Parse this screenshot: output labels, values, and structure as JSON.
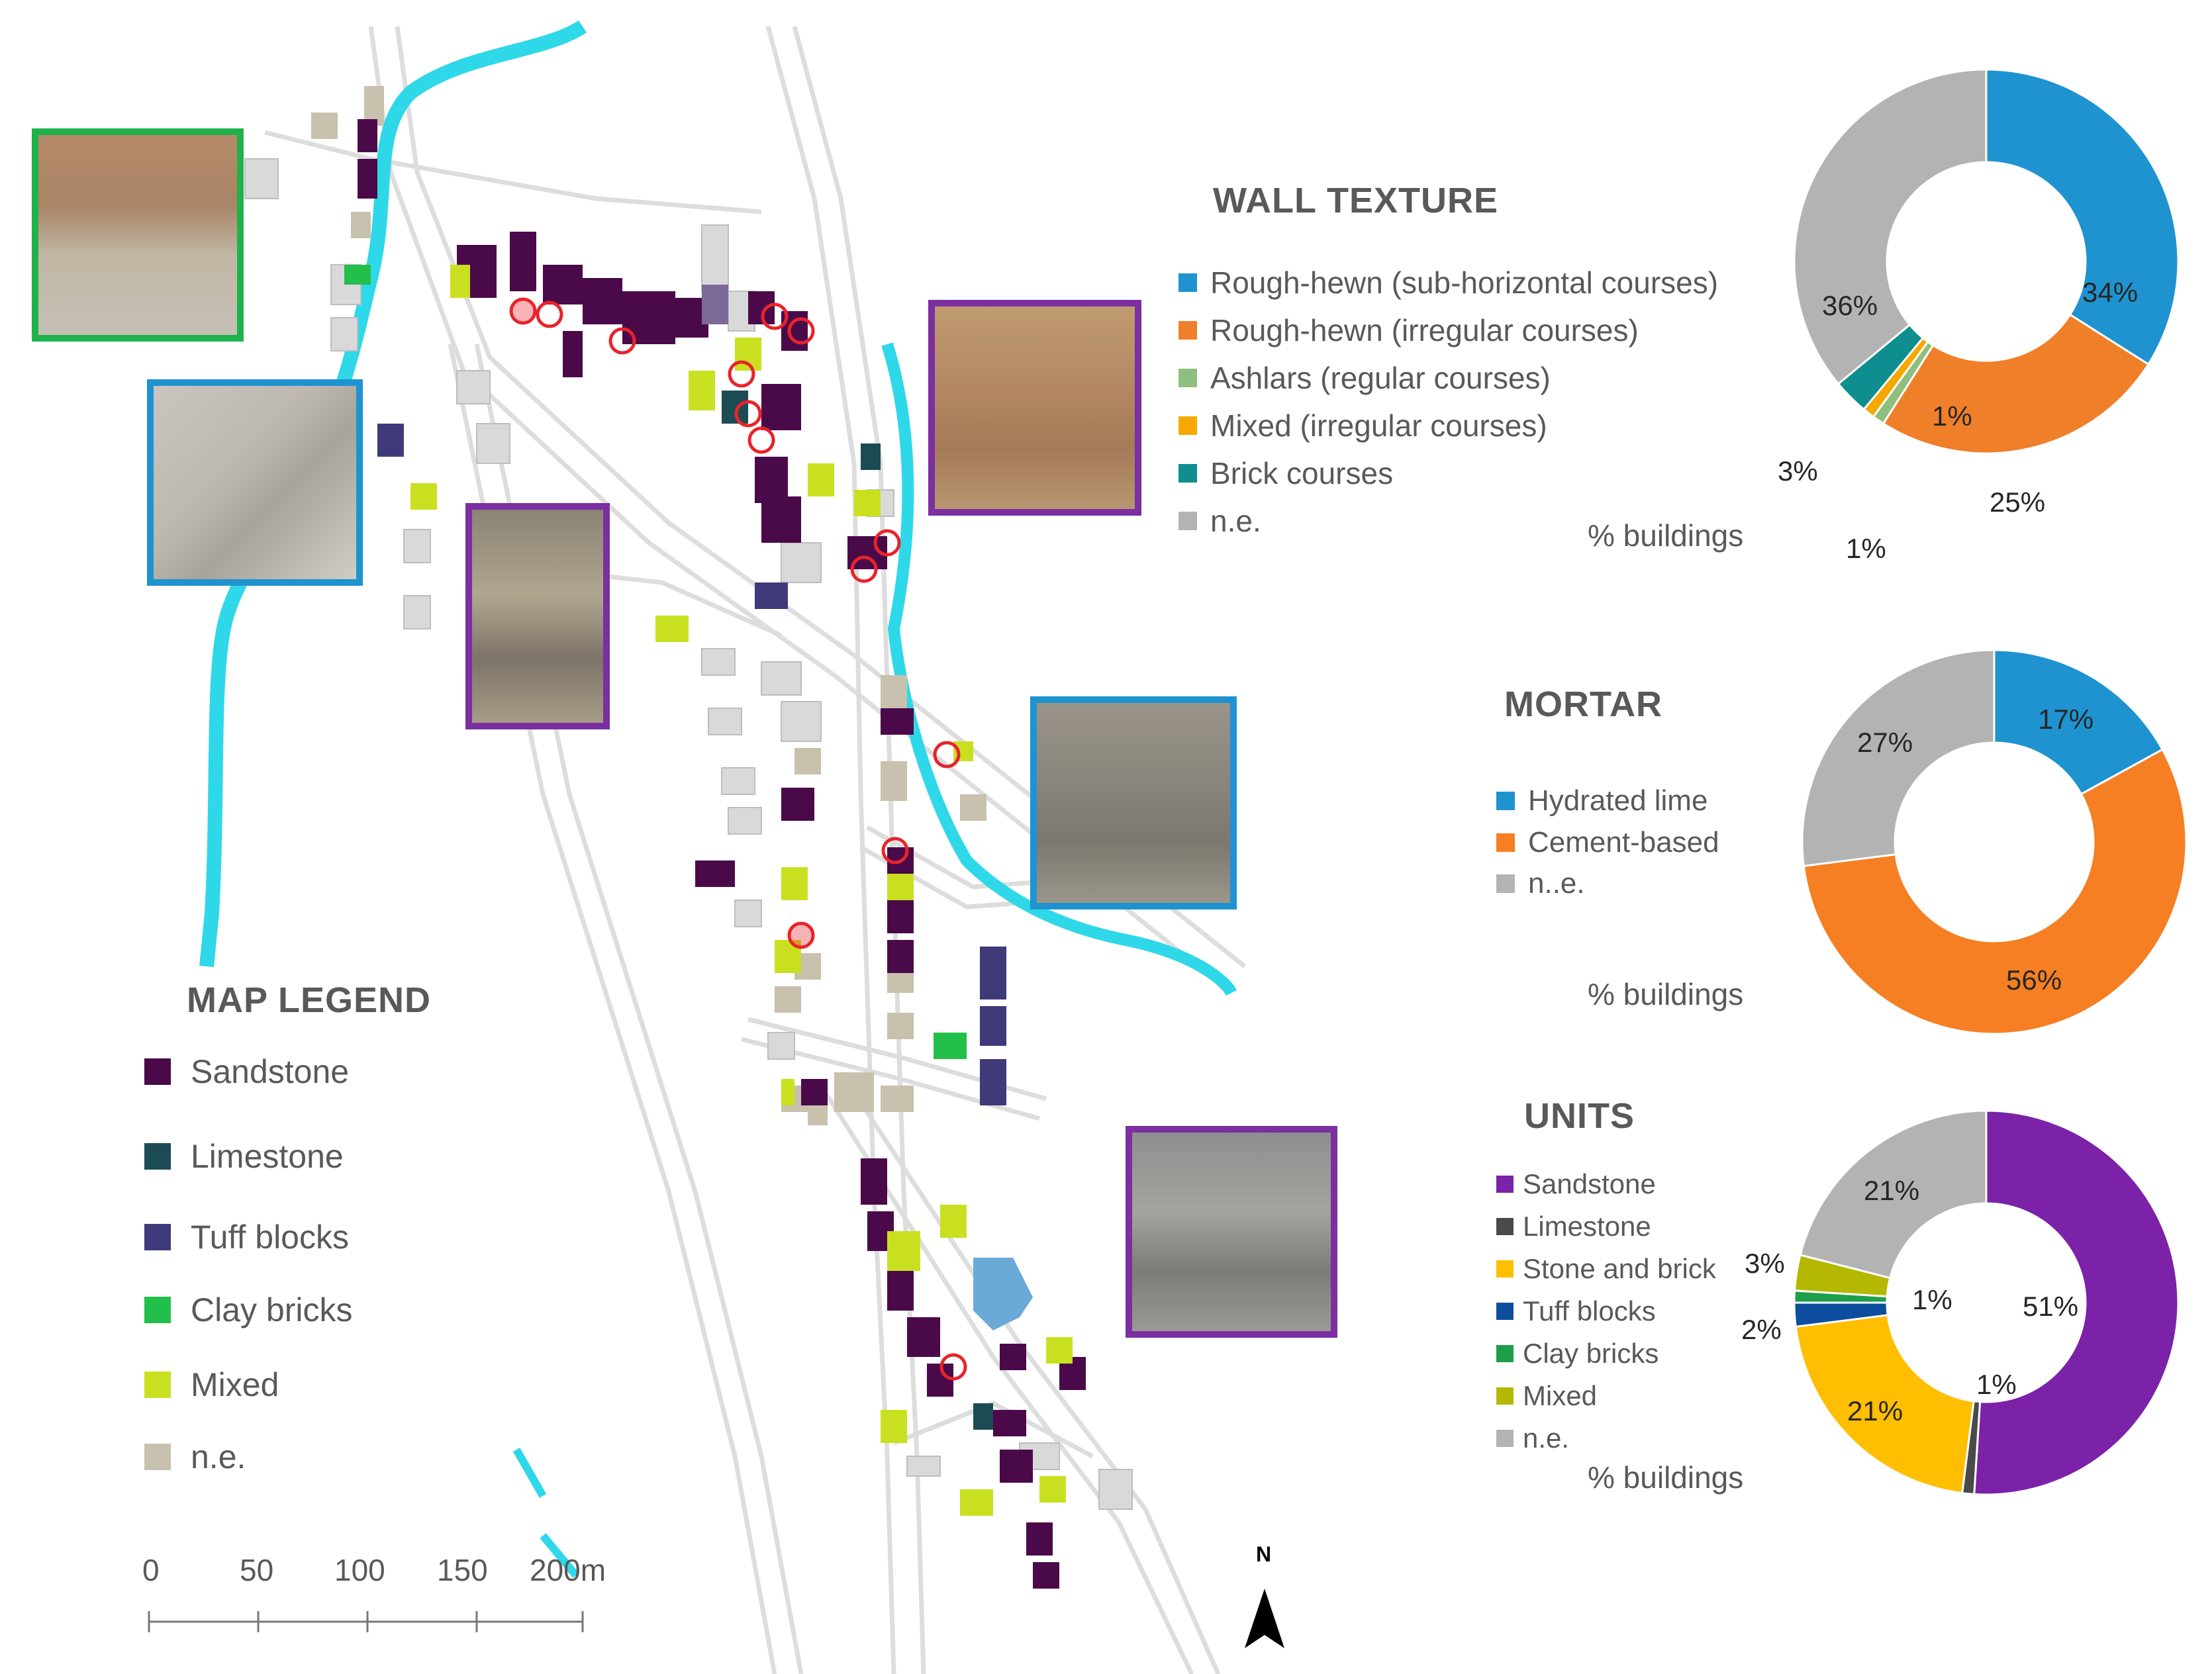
{
  "map": {
    "legend_title": "MAP LEGEND",
    "legend_items": [
      {
        "label": "Sandstone",
        "color": "#4a0a4a"
      },
      {
        "label": "Limestone",
        "color": "#1d4b54"
      },
      {
        "label": "Tuff blocks",
        "color": "#3f3a7a"
      },
      {
        "label": "Clay bricks",
        "color": "#22c04a"
      },
      {
        "label": "Mixed",
        "color": "#c9e021"
      },
      {
        "label": "n.e.",
        "color": "#c7c1ad"
      }
    ],
    "scale_labels": [
      "0",
      "50",
      "100",
      "150",
      "200m"
    ],
    "north_label": "N",
    "colors": {
      "river": "#2fd8e8",
      "road": "#dddddd",
      "not_surveyed": "#d6d6d6",
      "marker": "#e8242b",
      "church": "#6aa9d8"
    }
  },
  "charts": {
    "wall_texture": {
      "title": "WALL TEXTURE",
      "axis_label": "% buildings"
    },
    "mortar": {
      "title": "MORTAR",
      "axis_label": "% buildings"
    },
    "units": {
      "title": "UNITS",
      "axis_label": "% buildings"
    }
  },
  "chart_data": [
    {
      "type": "pie",
      "title": "WALL TEXTURE",
      "categories": [
        "Rough-hewn  (sub-horizontal courses)",
        "Rough-hewn  (irregular courses)",
        "Ashlars (regular courses)",
        "Mixed (irregular courses)",
        "Brick courses",
        "n.e."
      ],
      "values": [
        34,
        25,
        1,
        1,
        3,
        36
      ],
      "labels": [
        "34%",
        "25%",
        "1%",
        "1%",
        "3%",
        "36%"
      ],
      "colors": [
        "#1f93d0",
        "#f07f2a",
        "#8fbf7e",
        "#f5a800",
        "#0e8e8e",
        "#b3b3b3"
      ]
    },
    {
      "type": "pie",
      "title": "MORTAR",
      "categories": [
        "Hydrated lime",
        "Cement-based",
        "n..e."
      ],
      "values": [
        17,
        56,
        27
      ],
      "labels": [
        "17%",
        "56%",
        "27%"
      ],
      "colors": [
        "#1f93d0",
        "#f57f22",
        "#b3b3b3"
      ]
    },
    {
      "type": "pie",
      "title": "UNITS",
      "categories": [
        "Sandstone",
        "Limestone",
        "Stone and brick",
        "Tuff blocks",
        "Clay bricks",
        "Mixed",
        "n.e."
      ],
      "values": [
        51,
        1,
        21,
        2,
        1,
        3,
        21
      ],
      "labels": [
        "51%",
        "1%",
        "21%",
        "2%",
        "1%",
        "3%",
        "21%"
      ],
      "colors": [
        "#7b22a8",
        "#4a4a4a",
        "#ffbe00",
        "#0d4f9e",
        "#1e9e4a",
        "#b5b800",
        "#b3b3b3"
      ]
    }
  ]
}
